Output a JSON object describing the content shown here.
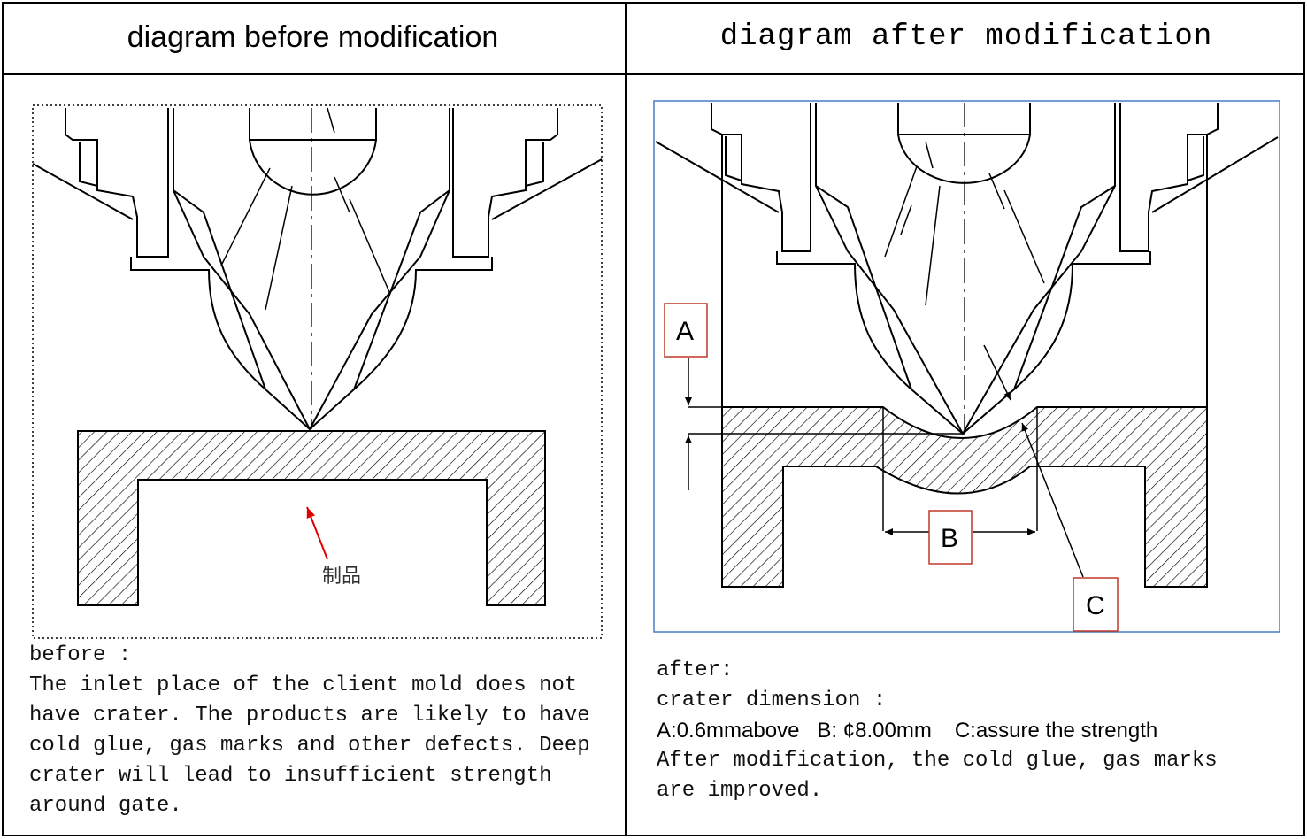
{
  "table": {
    "header_left": "diagram before modification",
    "header_right": "diagram after modification"
  },
  "before": {
    "product_label": "制品",
    "text_lines": [
      "before :",
      "The inlet place of the client mold does not",
      "have crater. The products are likely to have",
      "cold glue, gas marks and other defects. Deep",
      "crater will lead to insufficient strength",
      "around gate."
    ]
  },
  "after": {
    "callouts": {
      "a": "A",
      "b": "B",
      "c": "C"
    },
    "text_line1": "after:",
    "text_line2": "crater dimension :",
    "spec_a": "A:0.6mmabove",
    "spec_b": "B: ¢8.00mm",
    "spec_c": "C:assure the strength",
    "text_line4": "After modification, the cold glue, gas marks",
    "text_line5": "are improved."
  },
  "colors": {
    "frame_blue": "#4a7cc4",
    "callout_red": "#c0392b",
    "arrow_red": "#e00000"
  }
}
